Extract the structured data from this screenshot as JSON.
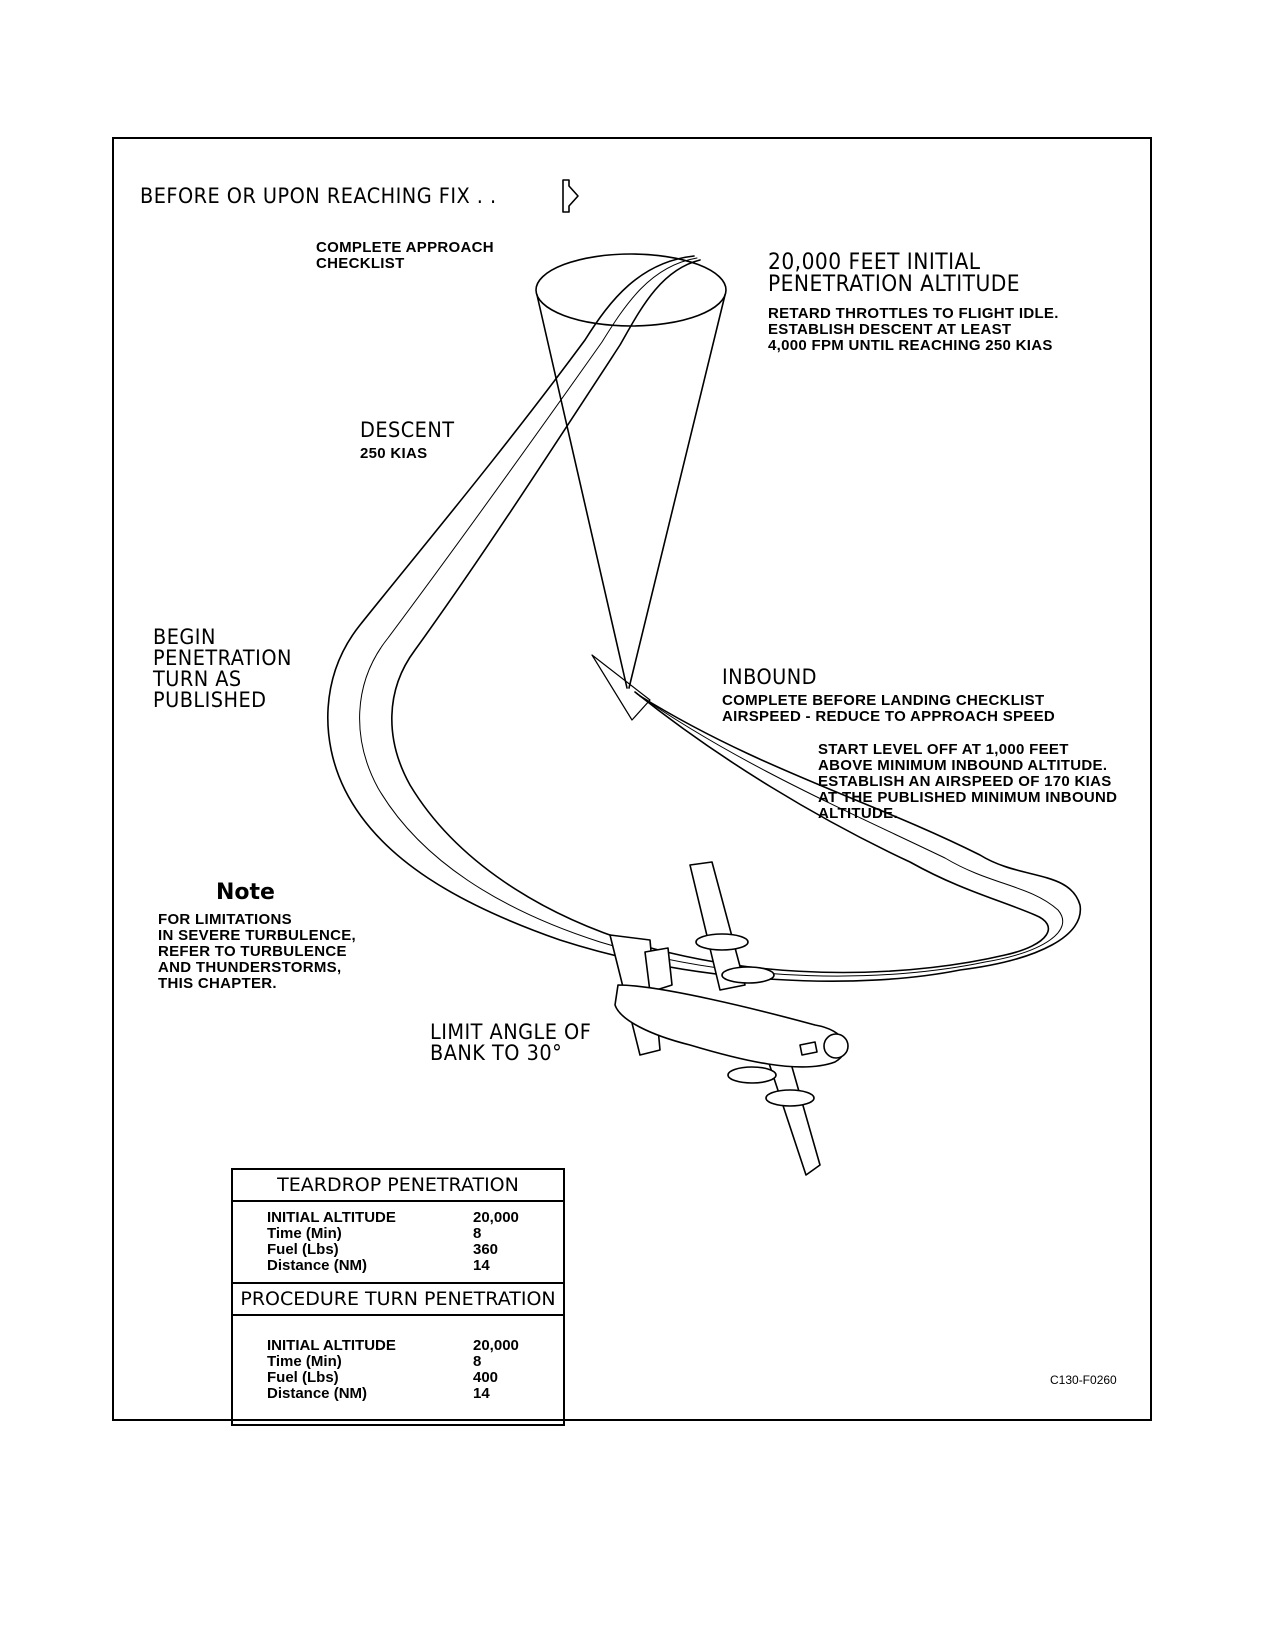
{
  "labels": {
    "before_fix": "BEFORE OR UPON REACHING FIX . .",
    "complete_approach": "COMPLETE APPROACH\nCHECKLIST",
    "initial_alt_title": "20,000 FEET INITIAL\nPENETRATION ALTITUDE",
    "retard_text": "RETARD THROTTLES TO FLIGHT IDLE.\nESTABLISH DESCENT AT LEAST\n4,000 FPM UNTIL REACHING 250 KIAS",
    "descent_title": "DESCENT",
    "descent_speed": "250 KIAS",
    "begin_turn": "BEGIN\nPENETRATION\nTURN AS\nPUBLISHED",
    "inbound_title": "INBOUND",
    "inbound_text": "COMPLETE BEFORE LANDING CHECKLIST\nAIRSPEED - REDUCE TO APPROACH SPEED",
    "level_off_text": "START LEVEL OFF AT 1,000 FEET\nABOVE MINIMUM INBOUND ALTITUDE.\nESTABLISH AN AIRSPEED OF 170 KIAS\nAT THE PUBLISHED MINIMUM INBOUND\nALTITUDE.",
    "note_title": "Note",
    "note_text": "FOR LIMITATIONS\nIN SEVERE TURBULENCE,\nREFER TO TURBULENCE\nAND THUNDERSTORMS,\nTHIS CHAPTER.",
    "bank_limit": "LIMIT ANGLE OF\nBANK TO 30°",
    "figure_code": "C130-F0260"
  },
  "tables": [
    {
      "title": "TEARDROP PENETRATION",
      "rows": [
        {
          "label": "INITIAL ALTITUDE",
          "value": "20,000"
        },
        {
          "label": "Time (Min)",
          "value": "8"
        },
        {
          "label": "Fuel (Lbs)",
          "value": "360"
        },
        {
          "label": "Distance (NM)",
          "value": "14"
        }
      ]
    },
    {
      "title": "PROCEDURE TURN PENETRATION",
      "rows": [
        {
          "label": "INITIAL ALTITUDE",
          "value": "20,000"
        },
        {
          "label": "Time (Min)",
          "value": "8"
        },
        {
          "label": "Fuel (Lbs)",
          "value": "400"
        },
        {
          "label": "Distance (NM)",
          "value": "14"
        }
      ]
    }
  ]
}
